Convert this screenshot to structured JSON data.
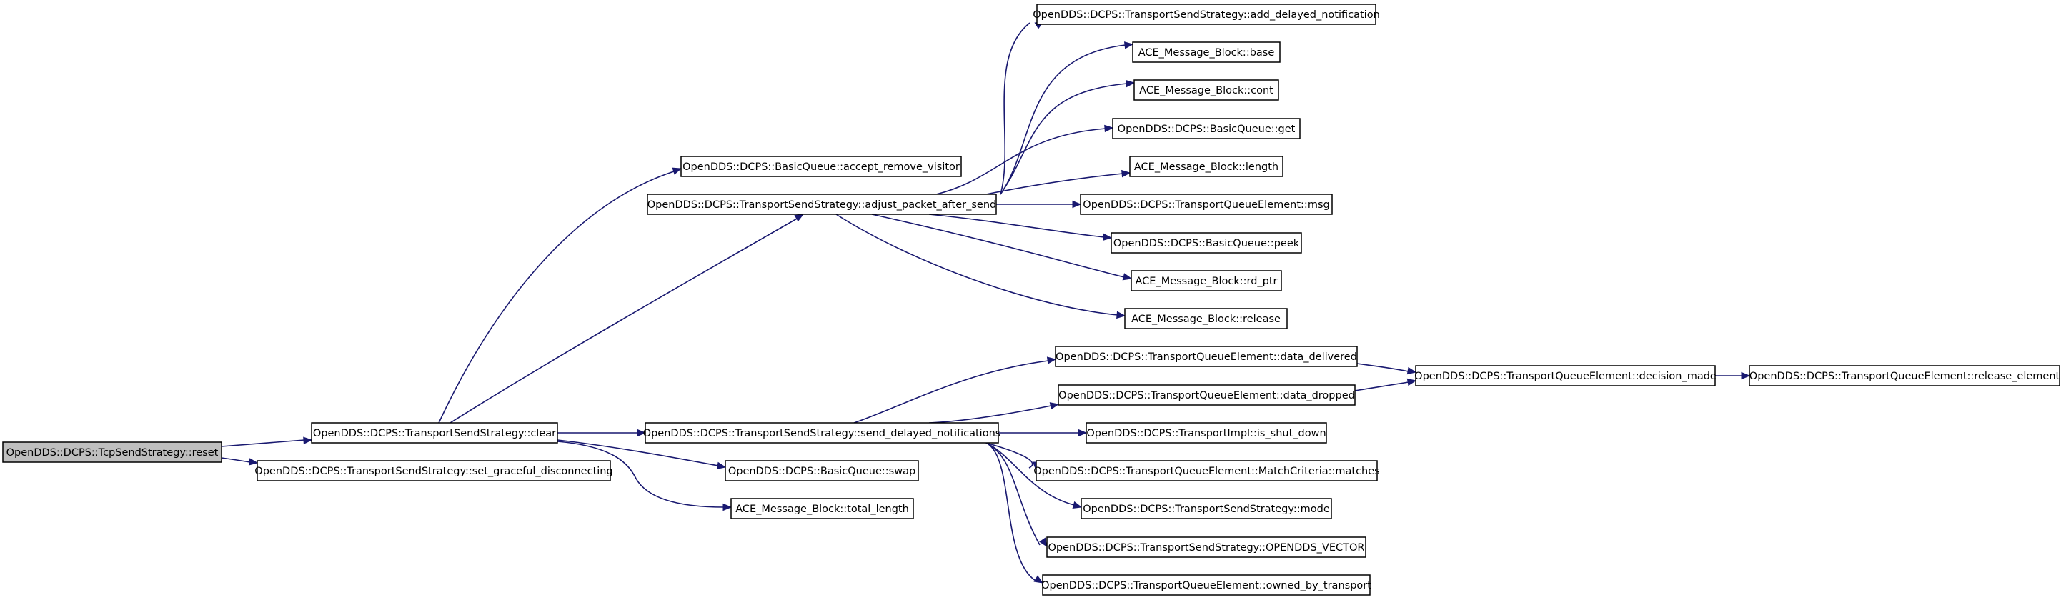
{
  "graph": {
    "nodes": [
      {
        "id": "reset",
        "label": "OpenDDS::DCPS::TcpSendStrategy::reset",
        "root": true
      },
      {
        "id": "clear",
        "label": "OpenDDS::DCPS::TransportSendStrategy::clear"
      },
      {
        "id": "set_graceful",
        "label": "OpenDDS::DCPS::TransportSendStrategy::set_graceful_disconnecting"
      },
      {
        "id": "accept_remove",
        "label": "OpenDDS::DCPS::BasicQueue::accept_remove_visitor"
      },
      {
        "id": "adjust",
        "label": "OpenDDS::DCPS::TransportSendStrategy::adjust_packet_after_send"
      },
      {
        "id": "send_delayed",
        "label": "OpenDDS::DCPS::TransportSendStrategy::send_delayed_notifications"
      },
      {
        "id": "swap",
        "label": "OpenDDS::DCPS::BasicQueue::swap"
      },
      {
        "id": "total_length",
        "label": "ACE_Message_Block::total_length"
      },
      {
        "id": "add_delayed",
        "label": "OpenDDS::DCPS::TransportSendStrategy::add_delayed_notification"
      },
      {
        "id": "base",
        "label": "ACE_Message_Block::base"
      },
      {
        "id": "cont",
        "label": "ACE_Message_Block::cont"
      },
      {
        "id": "get",
        "label": "OpenDDS::DCPS::BasicQueue::get"
      },
      {
        "id": "length",
        "label": "ACE_Message_Block::length"
      },
      {
        "id": "msg",
        "label": "OpenDDS::DCPS::TransportQueueElement::msg"
      },
      {
        "id": "peek",
        "label": "OpenDDS::DCPS::BasicQueue::peek"
      },
      {
        "id": "rd_ptr",
        "label": "ACE_Message_Block::rd_ptr"
      },
      {
        "id": "release",
        "label": "ACE_Message_Block::release"
      },
      {
        "id": "data_delivered",
        "label": "OpenDDS::DCPS::TransportQueueElement::data_delivered"
      },
      {
        "id": "data_dropped",
        "label": "OpenDDS::DCPS::TransportQueueElement::data_dropped"
      },
      {
        "id": "is_shut_down",
        "label": "OpenDDS::DCPS::TransportImpl::is_shut_down"
      },
      {
        "id": "matches",
        "label": "OpenDDS::DCPS::TransportQueueElement::MatchCriteria::matches"
      },
      {
        "id": "mode",
        "label": "OpenDDS::DCPS::TransportSendStrategy::mode"
      },
      {
        "id": "opendds_vector",
        "label": "OpenDDS::DCPS::TransportSendStrategy::OPENDDS_VECTOR"
      },
      {
        "id": "owned_by_transport",
        "label": "OpenDDS::DCPS::TransportQueueElement::owned_by_transport"
      },
      {
        "id": "decision_made",
        "label": "OpenDDS::DCPS::TransportQueueElement::decision_made"
      },
      {
        "id": "release_element",
        "label": "OpenDDS::DCPS::TransportQueueElement::release_element"
      }
    ],
    "edges": [
      {
        "from": "reset",
        "to": "clear"
      },
      {
        "from": "reset",
        "to": "set_graceful"
      },
      {
        "from": "clear",
        "to": "accept_remove"
      },
      {
        "from": "clear",
        "to": "adjust"
      },
      {
        "from": "clear",
        "to": "send_delayed"
      },
      {
        "from": "clear",
        "to": "swap"
      },
      {
        "from": "clear",
        "to": "total_length"
      },
      {
        "from": "adjust",
        "to": "add_delayed"
      },
      {
        "from": "adjust",
        "to": "base"
      },
      {
        "from": "adjust",
        "to": "cont"
      },
      {
        "from": "adjust",
        "to": "get"
      },
      {
        "from": "adjust",
        "to": "length"
      },
      {
        "from": "adjust",
        "to": "msg"
      },
      {
        "from": "adjust",
        "to": "peek"
      },
      {
        "from": "adjust",
        "to": "rd_ptr"
      },
      {
        "from": "adjust",
        "to": "release"
      },
      {
        "from": "send_delayed",
        "to": "data_delivered"
      },
      {
        "from": "send_delayed",
        "to": "data_dropped"
      },
      {
        "from": "send_delayed",
        "to": "is_shut_down"
      },
      {
        "from": "send_delayed",
        "to": "matches"
      },
      {
        "from": "send_delayed",
        "to": "mode"
      },
      {
        "from": "send_delayed",
        "to": "opendds_vector"
      },
      {
        "from": "send_delayed",
        "to": "owned_by_transport"
      },
      {
        "from": "data_delivered",
        "to": "decision_made"
      },
      {
        "from": "data_dropped",
        "to": "decision_made"
      },
      {
        "from": "decision_made",
        "to": "release_element"
      }
    ],
    "colors": {
      "edge": "#191970",
      "root_fill": "#bfbfbf",
      "node_fill": "#ffffff",
      "border": "#000000"
    }
  }
}
